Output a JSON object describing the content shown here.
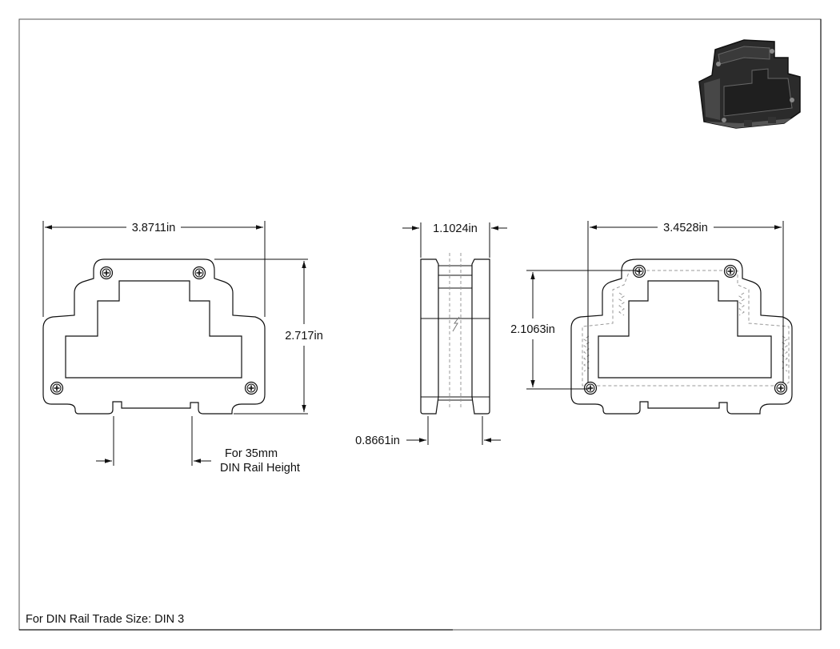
{
  "drawing": {
    "note": "For DIN Rail Trade Size: DIN 3",
    "rail_label_line1": "For 35mm",
    "rail_label_line2": "DIN Rail Height"
  },
  "dimensions": {
    "front_width": "3.8711in",
    "front_height": "2.717in",
    "side_width": "1.1024in",
    "side_inner": "0.8661in",
    "rear_width": "3.4528in",
    "rear_height": "2.1063in"
  }
}
